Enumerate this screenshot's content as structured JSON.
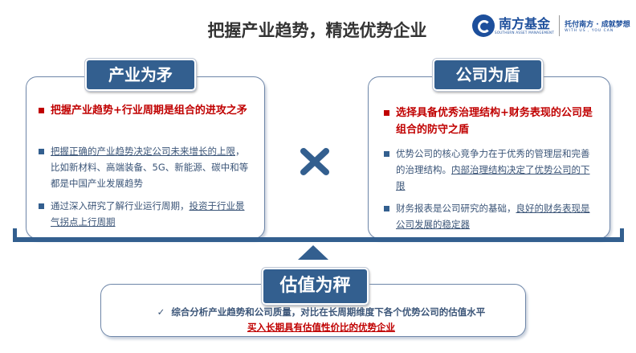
{
  "title": "把握产业趋势，精选优势企业",
  "logo": {
    "name": "南方基金",
    "name_en": "SOUTHERN ASSET MANAGEMENT",
    "slogan": "托付南方 · 成就梦想",
    "slogan_en": "WITH US , YOU CAN"
  },
  "left": {
    "label": "产业为矛",
    "key": "把握产业趋势+行业周期是组合的进攻之矛",
    "p1_u": "把握正确的产业趋势决定公司未来增长的上限",
    "p1_rest": "，比如新材料、高端装备、5G、新能源、碳中和等都是中国产业发展趋势",
    "p2_a": "通过深入研究了解行业运行周期，",
    "p2_u": "投资于行业景气拐点上行周期"
  },
  "right": {
    "label": "公司为盾",
    "key": "选择具备优秀治理结构+财务表现的公司是组合的防守之盾",
    "p1_a": "优势公司的核心竞争力在于优秀的管理层和完善的治理结构。",
    "p1_u": "内部治理结构决定了优势公司的下限",
    "p2_a": "财务报表是公司研究的基础，",
    "p2_u": "良好的财务表现是公司发展的稳定器"
  },
  "bottom": {
    "label": "估值为秤",
    "check": "✓",
    "line1": "综合分析产业趋势和公司质量，对比在长周期维度下各个优势公司的估值水平",
    "line2": "买入长期具有估值性价比的优势企业"
  },
  "colors": {
    "navy": "#335f8f",
    "red": "#c00000"
  }
}
